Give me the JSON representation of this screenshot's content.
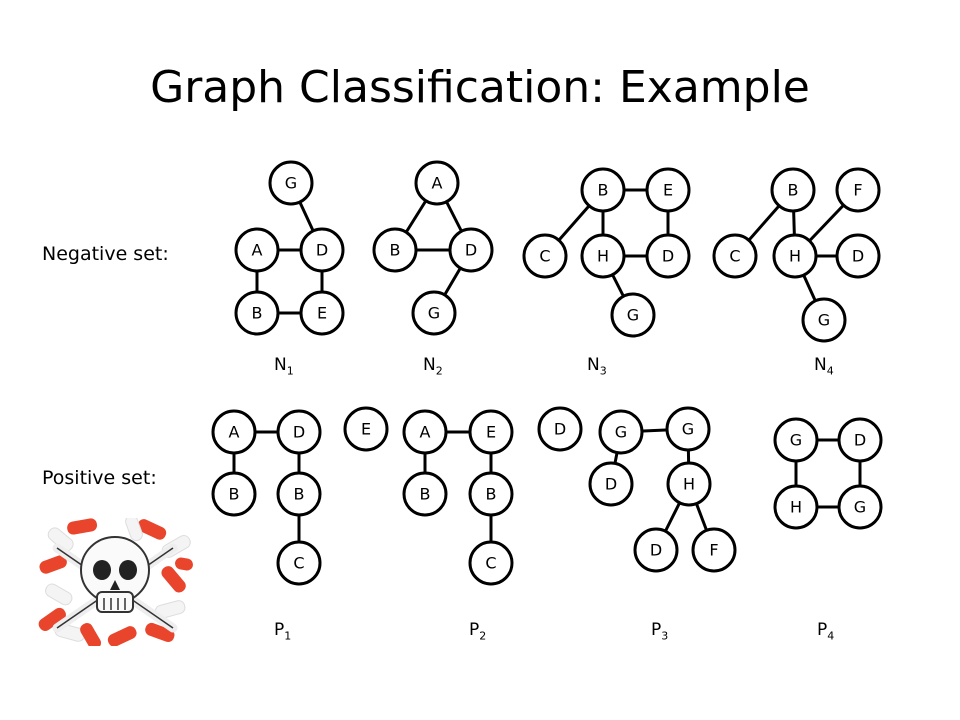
{
  "title": "Graph Classification: Example",
  "labels": {
    "negative": "Negative set:",
    "positive": "Positive set:"
  },
  "graph_names": {
    "N1": {
      "letter": "N",
      "sub": "1"
    },
    "N2": {
      "letter": "N",
      "sub": "2"
    },
    "N3": {
      "letter": "N",
      "sub": "3"
    },
    "N4": {
      "letter": "N",
      "sub": "4"
    },
    "P1": {
      "letter": "P",
      "sub": "1"
    },
    "P2": {
      "letter": "P",
      "sub": "2"
    },
    "P3": {
      "letter": "P",
      "sub": "3"
    },
    "P4": {
      "letter": "P",
      "sub": "4"
    }
  },
  "graphs": [
    {
      "id": "N1",
      "nodes": [
        "G",
        "A",
        "D",
        "B",
        "E"
      ],
      "edges": [
        [
          0,
          2
        ],
        [
          1,
          2
        ],
        [
          1,
          3
        ],
        [
          2,
          4
        ],
        [
          3,
          4
        ]
      ]
    },
    {
      "id": "N2",
      "nodes": [
        "A",
        "B",
        "D",
        "G"
      ],
      "edges": [
        [
          0,
          1
        ],
        [
          0,
          2
        ],
        [
          1,
          2
        ],
        [
          2,
          3
        ]
      ]
    },
    {
      "id": "N3",
      "nodes": [
        "B",
        "E",
        "C",
        "H",
        "D",
        "G"
      ],
      "edges": [
        [
          0,
          1
        ],
        [
          0,
          2
        ],
        [
          0,
          3
        ],
        [
          1,
          4
        ],
        [
          3,
          4
        ],
        [
          3,
          5
        ]
      ]
    },
    {
      "id": "N4",
      "nodes": [
        "B",
        "F",
        "C",
        "H",
        "D",
        "G"
      ],
      "edges": [
        [
          0,
          2
        ],
        [
          0,
          3
        ],
        [
          1,
          3
        ],
        [
          3,
          4
        ],
        [
          3,
          5
        ]
      ]
    },
    {
      "id": "P1",
      "nodes": [
        "A",
        "D",
        "E",
        "B",
        "B",
        "C"
      ],
      "edges": [
        [
          0,
          1
        ],
        [
          0,
          3
        ],
        [
          1,
          4
        ],
        [
          4,
          5
        ]
      ]
    },
    {
      "id": "P2",
      "nodes": [
        "A",
        "E",
        "D",
        "B",
        "B",
        "C"
      ],
      "edges": [
        [
          0,
          1
        ],
        [
          0,
          3
        ],
        [
          1,
          4
        ],
        [
          4,
          5
        ]
      ]
    },
    {
      "id": "P3",
      "nodes": [
        "G",
        "G",
        "D",
        "H",
        "D",
        "F"
      ],
      "edges": [
        [
          0,
          1
        ],
        [
          0,
          2
        ],
        [
          1,
          3
        ],
        [
          3,
          4
        ],
        [
          3,
          5
        ]
      ]
    },
    {
      "id": "P4",
      "nodes": [
        "G",
        "D",
        "H",
        "G"
      ],
      "edges": [
        [
          0,
          1
        ],
        [
          0,
          2
        ],
        [
          1,
          3
        ],
        [
          2,
          3
        ]
      ]
    }
  ],
  "image": {
    "description_icon": "skull-pills-image"
  }
}
